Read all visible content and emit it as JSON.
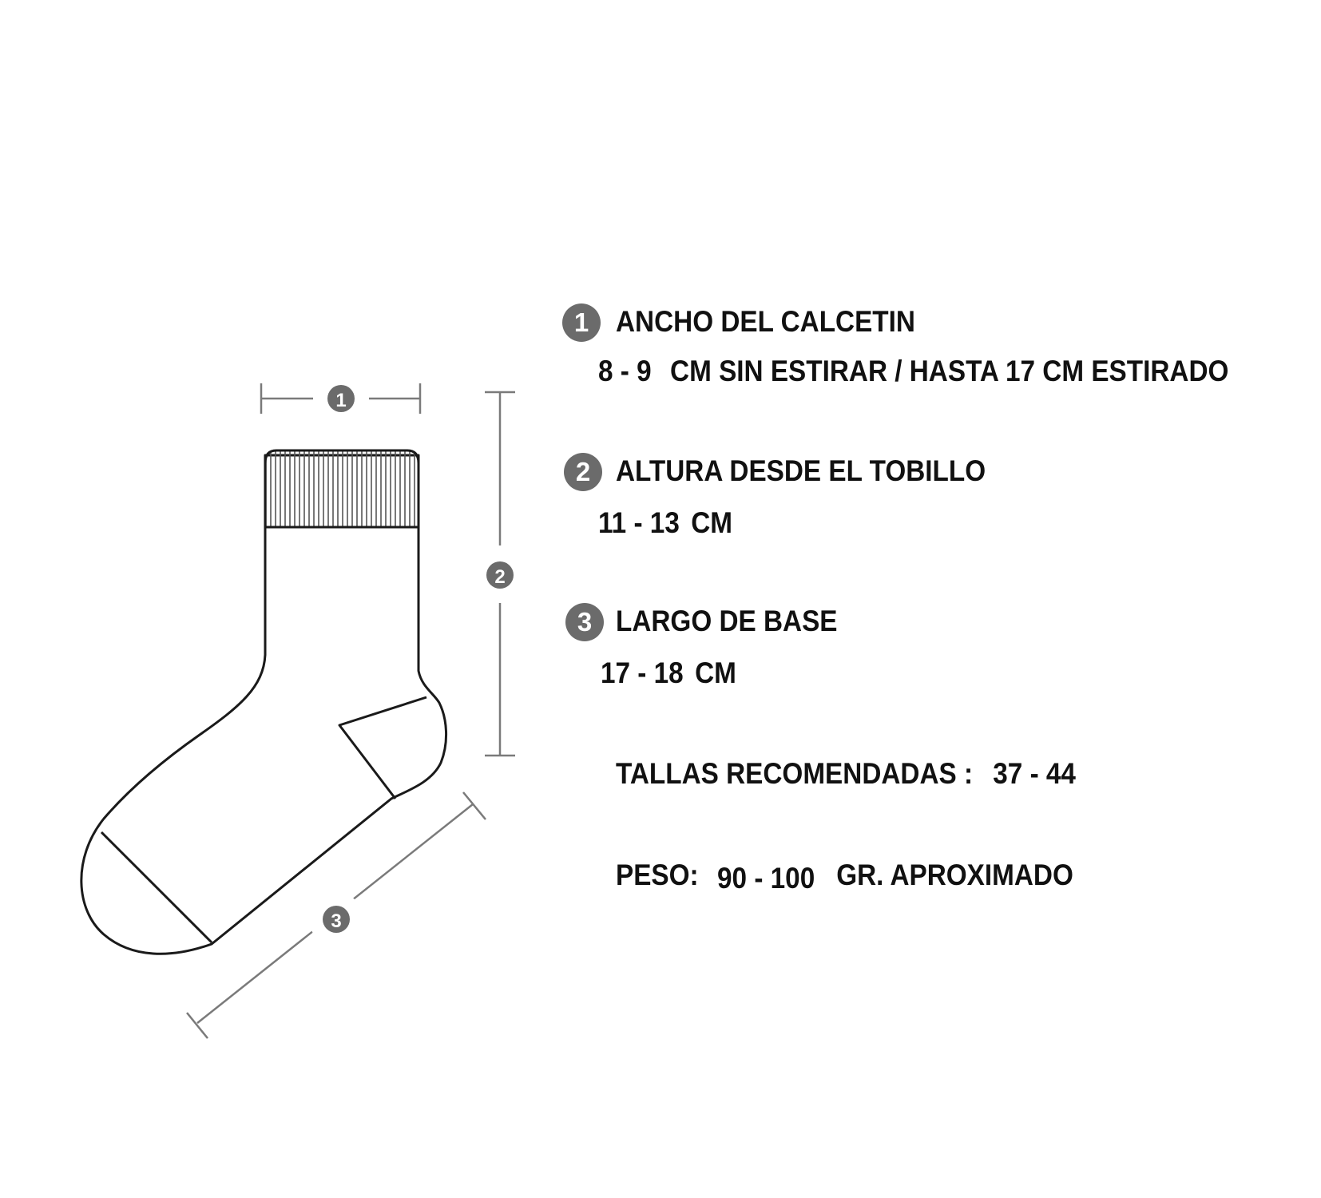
{
  "diagram": {
    "marker_1": "1",
    "marker_2": "2",
    "marker_3": "3"
  },
  "specs": {
    "width": {
      "number": "1",
      "title": "ANCHO DEL CALCETIN",
      "range": "8 - 9",
      "detail": "CM SIN ESTIRAR / HASTA 17 CM ESTIRADO"
    },
    "height": {
      "number": "2",
      "title": "ALTURA DESDE EL TOBILLO",
      "range": "11 - 13",
      "unit": "CM"
    },
    "base": {
      "number": "3",
      "title": "LARGO DE BASE",
      "range": "17 - 18",
      "unit": "CM"
    },
    "sizes": {
      "label": "TALLAS RECOMENDADAS :",
      "value": "37 - 44"
    },
    "weight": {
      "label": "PESO:",
      "value": "90 - 100",
      "unit": "GR. APROXIMADO"
    }
  },
  "colors": {
    "outline": "#1a1a1a",
    "dimension_line": "#7a7a7a",
    "badge": "#6b6b6b",
    "text": "#111111"
  }
}
